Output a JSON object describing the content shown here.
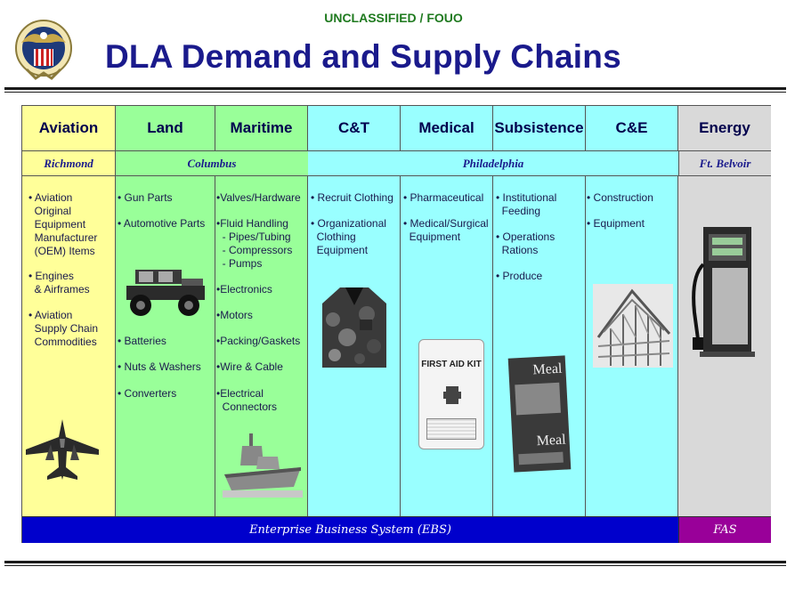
{
  "header": {
    "classification": "UNCLASSIFIED / FOUO",
    "title": "DLA Demand and Supply Chains"
  },
  "columns": [
    {
      "name": "Aviation"
    },
    {
      "name": "Land"
    },
    {
      "name": "Maritime"
    },
    {
      "name": "C&T"
    },
    {
      "name": "Medical"
    },
    {
      "name": "Subsistence"
    },
    {
      "name": "C&E"
    },
    {
      "name": "Energy"
    }
  ],
  "locations": {
    "richmond": "Richmond",
    "columbus": "Columbus",
    "philadelphia": "Philadelphia",
    "ft_belvoir": "Ft. Belvoir"
  },
  "items": {
    "aviation": [
      "• Aviation\n  Original\n  Equipment\n  Manufacturer\n  (OEM) Items",
      "• Engines\n  & Airframes",
      "• Aviation\n  Supply Chain\n  Commodities"
    ],
    "land": [
      "• Gun Parts",
      "• Automotive Parts",
      "• Batteries",
      "• Nuts & Washers",
      "• Converters"
    ],
    "maritime": [
      "•Valves/Hardware",
      "•Fluid Handling\n  - Pipes/Tubing\n  - Compressors\n  - Pumps",
      "•Electronics",
      "•Motors",
      "•Packing/Gaskets",
      "•Wire & Cable",
      "•Electrical\n  Connectors"
    ],
    "ct": [
      "• Recruit Clothing",
      "• Organizational\n  Clothing\n  Equipment"
    ],
    "medical": [
      "• Pharmaceutical",
      "• Medical/Surgical\n  Equipment"
    ],
    "subsistence": [
      "• Institutional\n  Feeding",
      "• Operations\n  Rations",
      "• Produce"
    ],
    "ce": [
      "• Construction",
      "• Equipment"
    ]
  },
  "pictures": {
    "first_aid_label": "FIRST AID KIT",
    "meal_label_top": "Meal",
    "meal_label_bottom": "Meal"
  },
  "footer": {
    "ebs": "Enterprise Business System (EBS)",
    "fas": "FAS"
  },
  "colors": {
    "aviation": "#ffff99",
    "green": "#99ff99",
    "cyan": "#99ffff",
    "energy": "#d9d9d9",
    "ebs": "#0000cc",
    "fas": "#990099",
    "title": "#1a1a8c",
    "classification": "#1f7a1f"
  }
}
